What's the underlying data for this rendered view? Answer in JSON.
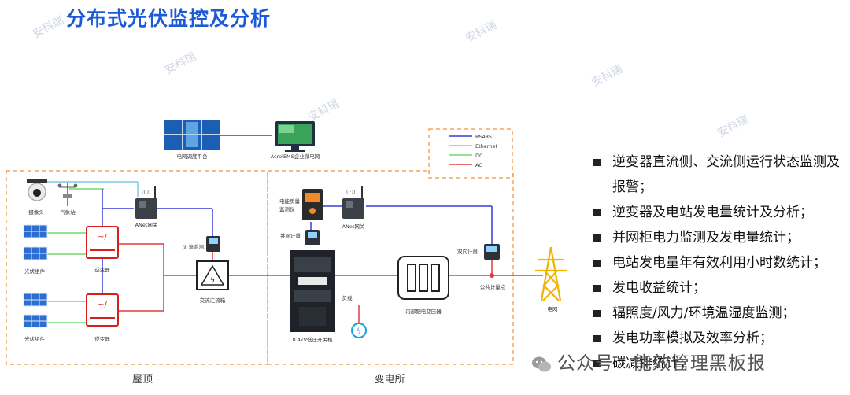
{
  "title": "分布式光伏监控及分析",
  "watermark": "安科瑞",
  "legend": {
    "items": [
      {
        "label": "RS485",
        "color": "#3a3ad8"
      },
      {
        "label": "Ethernet",
        "color": "#7fc7e8"
      },
      {
        "label": "DC",
        "color": "#6fdc6f"
      },
      {
        "label": "AC",
        "color": "#e23a3a"
      }
    ]
  },
  "nodes": {
    "grid_dispatch": "电网调度平台",
    "ems_platform": "AcrelEMS企业微电网",
    "camera": "摄像头",
    "weather": "气象站",
    "anet_gateway_1": "ANet网关",
    "pv_array_1": "光伏组件",
    "inverter_1": "逆变器",
    "pv_array_2": "光伏组件",
    "inverter_2": "逆变器",
    "combiner_meter": "汇流监测",
    "ac_combiner": "交流汇流箱",
    "power_quality": "电能质量\n监测仪",
    "anet_gateway_2": "ANet网关",
    "grid_meter": "并网计量",
    "switch_cabinet": "0.4kV低压开关柜",
    "load": "负载",
    "transformer": "内部配电变压器",
    "bidir_meter": "双向计量",
    "pcc": "公共计量点",
    "power_grid": "电网"
  },
  "zones": {
    "roof": "屋顶",
    "substation": "变电所"
  },
  "features": [
    "逆变器直流侧、交流侧运行状态监测及报警；",
    "逆变器及电站发电量统计及分析；",
    "并网柜电力监测及发电量统计；",
    "电站发电量年有效利用小时数统计；",
    "发电收益统计；",
    "辐照度/风力/环境温湿度监测；",
    "发电功率模拟及效率分析；",
    "碳减排统计；"
  ],
  "footer": "公众号 · 能效管理黑板报"
}
